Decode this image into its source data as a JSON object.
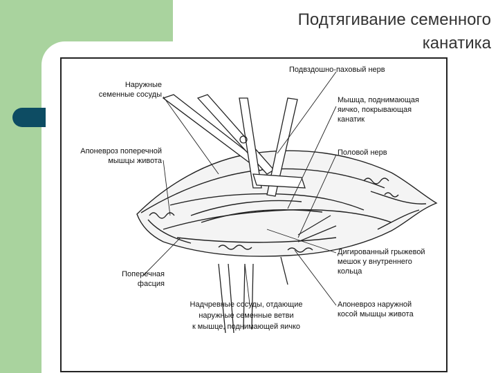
{
  "slide": {
    "title_line1": "Подтягивание семенного",
    "title_line2": "канатика",
    "accent_green": "#a9d39e",
    "accent_blue": "#0d4c63"
  },
  "figure": {
    "labels": {
      "external_vessels_1": "Наружные",
      "external_vessels_2": "семенные сосуды",
      "aponeurosis_transverse_1": "Апоневроз поперечной",
      "aponeurosis_transverse_2": "мышцы живота",
      "transverse_fascia_1": "Поперечная",
      "transverse_fascia_2": "фасция",
      "iliohypogastric_nerve": "Подвздошно-паховый нерв",
      "cremaster_1": "Мышца, поднимающая",
      "cremaster_2": "яичко, покрывающая",
      "cremaster_3": "канатик",
      "genital_nerve": "Половой нерв",
      "hernia_sac_1": "Дигированный грыжевой",
      "hernia_sac_2": "мешок у внутреннего",
      "hernia_sac_3": "кольца",
      "aponeurosis_external_1": "Апоневроз наружной",
      "aponeurosis_external_2": "косой мышцы живота",
      "epigastric_1": "Надчревные сосуды, отдающие",
      "epigastric_2": "наружные семенные ветви",
      "epigastric_3": "к мышце, поднимающей яичко"
    }
  }
}
